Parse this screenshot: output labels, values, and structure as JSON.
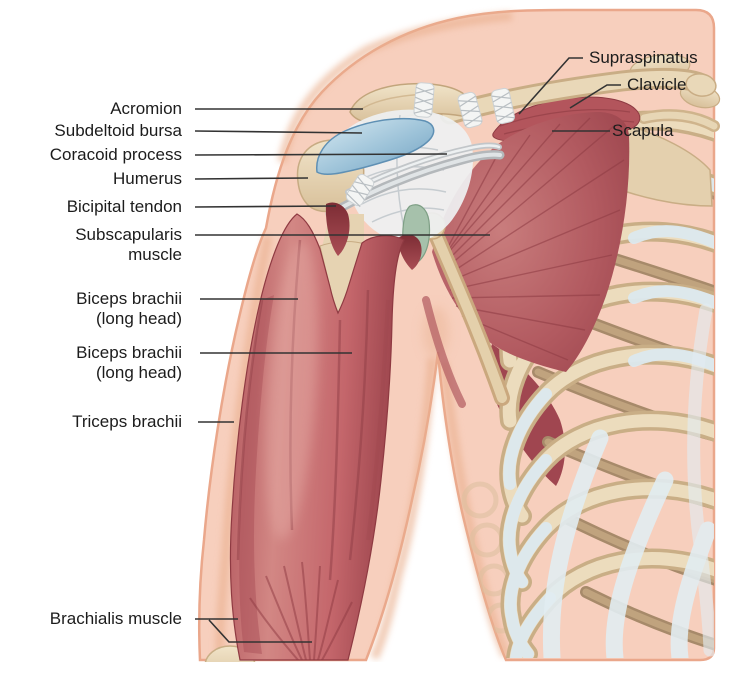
{
  "figure": {
    "kind": "medical illustration",
    "subject": "Shoulder anatomy, anterior view with muscles, bones, ligaments and rib cage",
    "background_color": "#ffffff"
  },
  "labels": {
    "left": [
      {
        "id": "acromion",
        "text": "Acromion"
      },
      {
        "id": "bursa",
        "text": "Subdeltoid bursa"
      },
      {
        "id": "coracoid",
        "text": "Coracoid process"
      },
      {
        "id": "humerus",
        "text": "Humerus"
      },
      {
        "id": "bicipital",
        "text": "Bicipital tendon"
      },
      {
        "id": "subscap",
        "text": "Subscapularis\nmuscle"
      },
      {
        "id": "biceps1",
        "text": "Biceps brachii\n(long head)"
      },
      {
        "id": "biceps2",
        "text": "Biceps brachii\n(long head)"
      },
      {
        "id": "triceps",
        "text": "Triceps brachii"
      },
      {
        "id": "brachialis",
        "text": "Brachialis muscle"
      }
    ],
    "right": [
      {
        "id": "supraspinatus",
        "text": "Supraspinatus"
      },
      {
        "id": "clavicle",
        "text": "Clavicle"
      },
      {
        "id": "scapula",
        "text": "Scapula"
      }
    ]
  },
  "palette": {
    "background": "#ffffff",
    "skin": "#f7cfbd",
    "skin_shadow": "#eaa78b",
    "muscle_light": "#d98b8a",
    "muscle": "#c05f65",
    "muscle_dark": "#8f3a42",
    "muscle_deep": "#7c2c34",
    "bone_light": "#ecdcbd",
    "bone_edge": "#c9ae86",
    "rib_dark": "#a78a6a",
    "cartilage": "#dde9ef",
    "bursa_light": "#d3e7f0",
    "bursa_dark": "#6f9fc0",
    "tendon_gray": "#b4b8bb",
    "ligament_white": "#f4f5f4",
    "conjoint_tendon_green": "#a6c1ab",
    "leader_line": "#333333",
    "label_text": "#1c1c1c"
  }
}
